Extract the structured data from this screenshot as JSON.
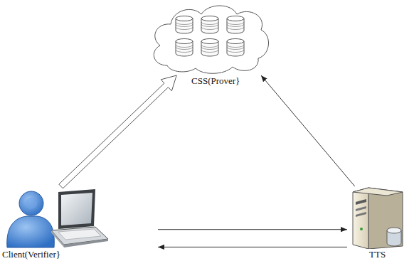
{
  "diagram": {
    "nodes": [
      {
        "text": [
          "CSS(Prover}"
        ]
      },
      {
        "text": [
          "Client(Verifier}"
        ]
      },
      {
        "text": [
          "TTS"
        ]
      }
    ],
    "edges": [
      {
        "from": 1,
        "to": 0,
        "arrow": "to"
      },
      {
        "from": 2,
        "to": 0,
        "arrow": "to"
      },
      {
        "from": 1,
        "to": 2,
        "arrow": "to"
      },
      {
        "from": 2,
        "to": 1,
        "arrow": "to"
      }
    ]
  }
}
